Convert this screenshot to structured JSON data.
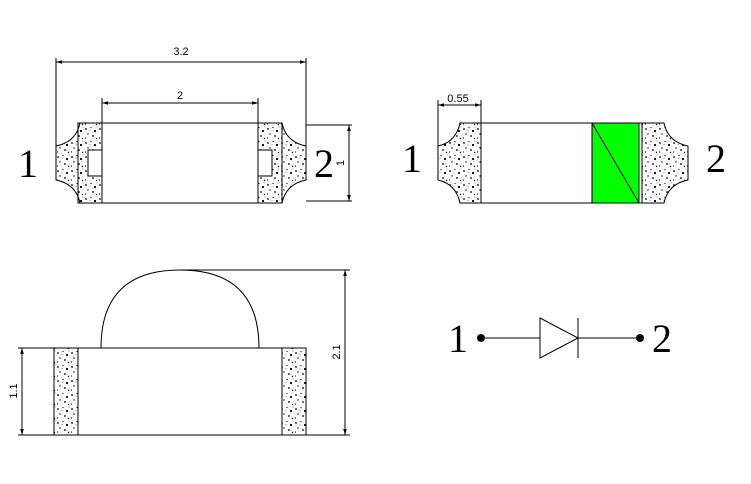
{
  "colors": {
    "line": "#000000",
    "background": "#ffffff",
    "polarity_band": "#00ff00"
  },
  "top_view": {
    "pin_left": "1",
    "pin_right": "2",
    "dim_overall_length": "3.2",
    "dim_body_length": "2",
    "dim_width": "1"
  },
  "bottom_view": {
    "pin_left": "1",
    "pin_right": "2",
    "dim_pad_length": "0.55"
  },
  "side_view": {
    "dim_total_height": "2.1",
    "dim_body_height": "1.1"
  },
  "schematic": {
    "pin_left": "1",
    "pin_right": "2",
    "symbol": "diode-icon"
  }
}
